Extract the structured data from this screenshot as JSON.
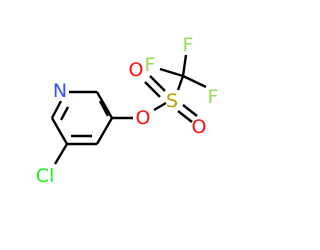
{
  "atoms": {
    "nitrogen": {
      "symbol": "N",
      "color": "#3050F8"
    },
    "chlorine": {
      "symbol": "Cl",
      "color": "#1FF01F"
    },
    "ester_oxygen": {
      "symbol": "O",
      "color": "#FF0D0D"
    },
    "sulfonyl_oxygen_top": {
      "symbol": "O",
      "color": "#FF0D0D"
    },
    "sulfonyl_oxygen_bottom": {
      "symbol": "O",
      "color": "#FF0D0D"
    },
    "sulfur": {
      "symbol": "S",
      "color": "#B8A000"
    },
    "fluorine_top": {
      "symbol": "F",
      "color": "#90E050"
    },
    "fluorine_left": {
      "symbol": "F",
      "color": "#90E050"
    },
    "fluorine_right": {
      "symbol": "F",
      "color": "#90E050"
    }
  },
  "bond_color": "#000000"
}
